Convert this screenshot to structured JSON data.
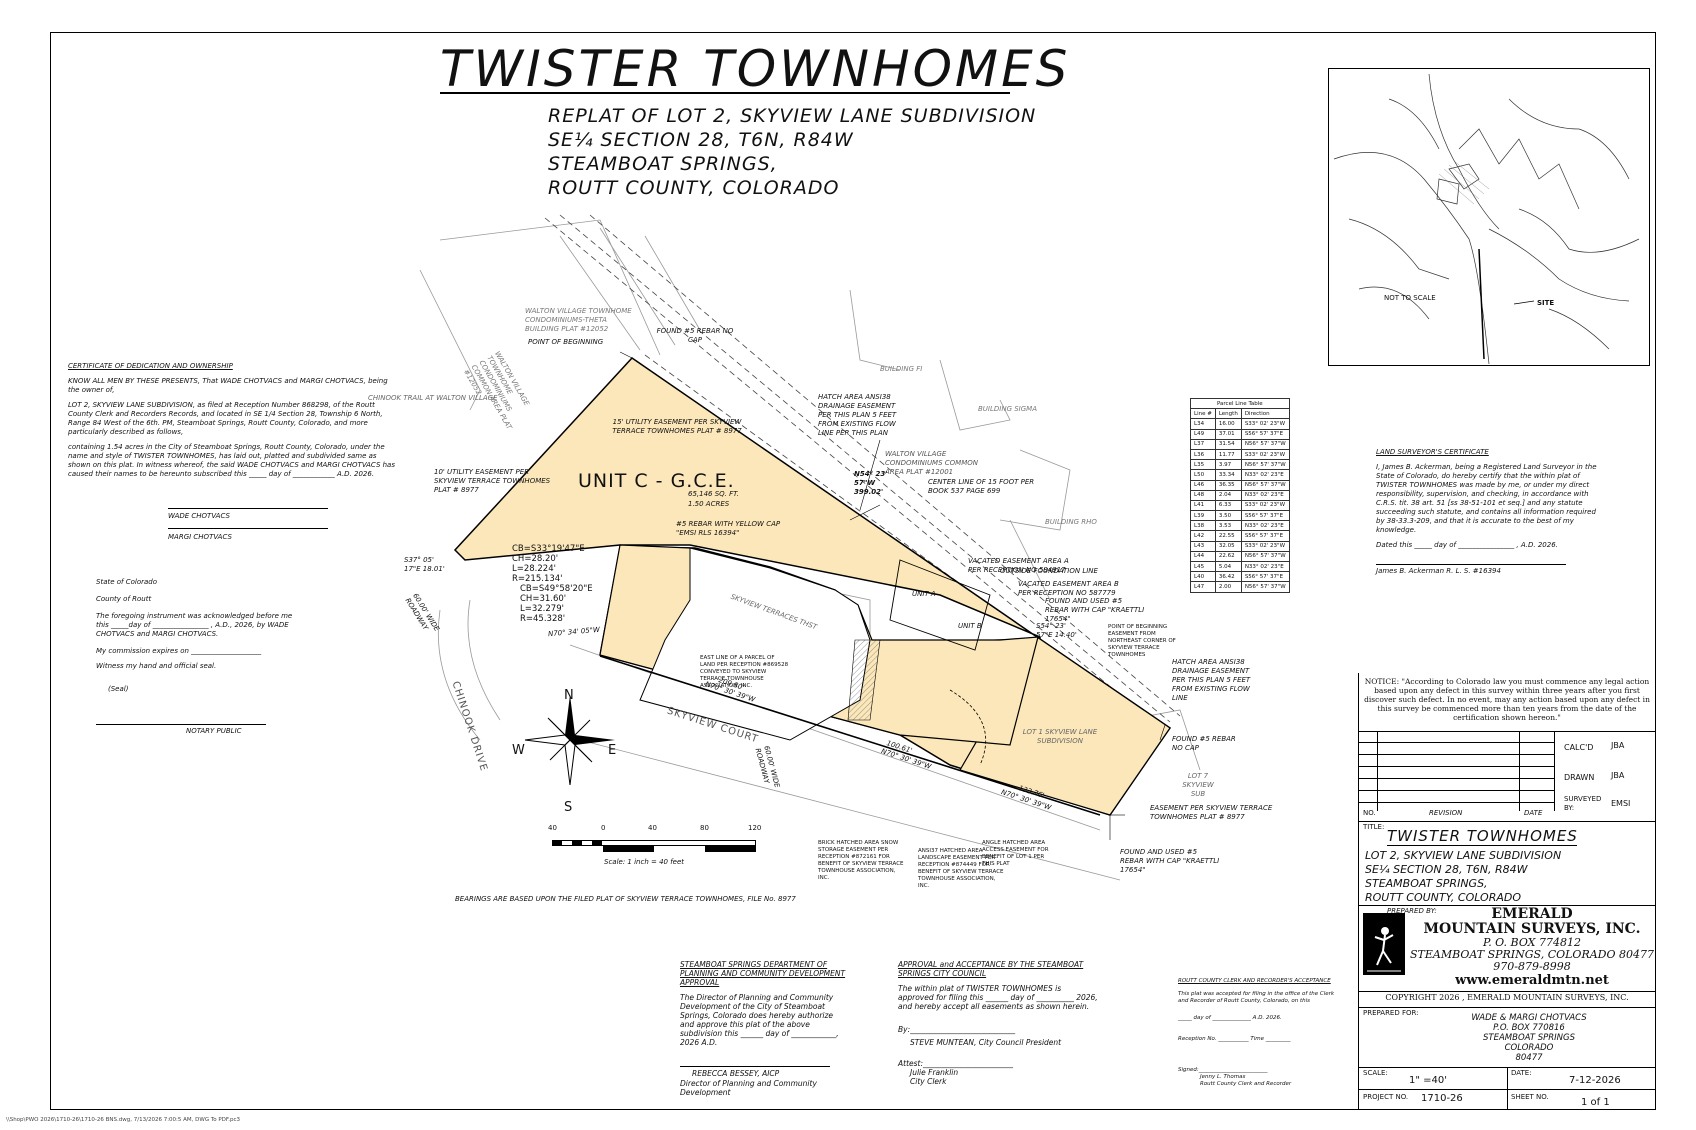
{
  "title": {
    "main": "TWISTER TOWNHOMES",
    "lines": [
      "REPLAT OF LOT 2, SKYVIEW LANE SUBDIVISION",
      "SE¼ SECTION 28, T6N, R84W",
      "STEAMBOAT SPRINGS,",
      "ROUTT COUNTY, COLORADO"
    ]
  },
  "dedication": {
    "heading": "CERTIFICATE OF DEDICATION AND OWNERSHIP",
    "p1": "KNOW ALL MEN BY THESE PRESENTS, That WADE CHOTVACS and MARGI CHOTVACS, being the owner of,",
    "p2": "LOT 2, SKYVIEW LANE SUBDIVISION, as filed at Reception Number 868298, of the Routt County Clerk and Recorders Records, and located in SE 1/4 Section 28, Township 6 North, Range 84 West of the 6th. PM, Steamboat Springs, Routt County, Colorado, and more particularly described as follows,",
    "p3": "containing 1.54 acres in the City of Steamboat Springs, Routt County, Colorado, under the name and style of TWISTER TOWNHOMES, has laid out, platted and subdivided same as shown on this plat. In witness whereof, the said WADE CHOTVACS and MARGI CHOTVACS has caused their names to be hereunto subscribed this _____ day of ____________ A.D. 2026.",
    "sig1": "WADE CHOTVACS",
    "sig2": "MARGI CHOTVACS"
  },
  "notary": {
    "state": "State of Colorado",
    "county": "County of Routt",
    "text": "The foregoing instrument was acknowledged before me this _____day of ________________ , A.D., 2026, by WADE CHOTVACS and MARGI CHOTVACS.",
    "commission": "My commission expires on ____________________",
    "witness": "Witness my hand and official seal.",
    "seal": "(Seal)",
    "public": "NOTARY PUBLIC"
  },
  "plat": {
    "unit": "UNIT C - G.C.E.",
    "area1": "65,146 SQ. FT.",
    "area2": "1.50 ACRES",
    "pob": "POINT OF BEGINNING",
    "found_rebar_nocap": "FOUND #5 REBAR NO CAP",
    "walton_townhome": "WALTON VILLAGE TOWNHOME CONDOMINIUMS-THETA BUILDING PLAT #12052",
    "walton_common": "WALTON VILLAGE TOWNHOME CONDOMINIUMS COMMON AREA PLAT #12052",
    "chinook_trail": "CHINOOK TRAIL AT WALTON VILLAGE",
    "utility_15": "15' UTILITY EASEMENT PER SKYVIEW TERRACE TOWNHOMES PLAT # 8977",
    "utility_10": "10' UTILITY EASEMENT PER SKYVIEW TERRACE TOWNHOMES PLAT # 8977",
    "hatch_drain": "HATCH AREA ANSI38 DRAINAGE EASEMENT PER THIS PLAN 5 FEET FROM EXISTING FLOW LINE PER THIS PLAN",
    "building_fi": "BUILDING FI",
    "building_sigma": "BUILDING SIGMA",
    "building_rho": "BUILDING RHO",
    "walton_condo": "WALTON VILLAGE CONDOMINIUMS COMMON AREA PLAT #12001",
    "centerline": "CENTER LINE OF 15 FOOT PER BOOK 537 PAGE 699",
    "bearing_top": "N54° 23' 57\"W 399.02'",
    "rebar_yellow": "#5 REBAR WITH YELLOW CAP \"EMSI RLS 16394\"",
    "curve1": [
      "CB=S33°19'47\"E",
      "CH=28.20'",
      "L=28.224'",
      "R=215.134'"
    ],
    "curve2": [
      "CB=S49°58'20\"E",
      "CH=31.60'",
      "L=32.279'",
      "R=45.328'"
    ],
    "vacated_a": "VACATED EASEMENT AREA A PER RECEPTION NO 584917",
    "outside_found": "OUTSIDE FOUNDATION LINE",
    "vacated_b": "VACATED EASEMENT AREA B PER RECEPTION NO 587779",
    "found_kraettli": "FOUND AND USED #5 REBAR WITH CAP \"KRAETTLI 17654\"",
    "bearing_right": "S54° 23' 57\"E 14.40'",
    "hatch_right": "HATCH AREA ANSI38 DRAINAGE EASEMENT PER THIS PLAN 5 FEET FROM EXISTING FLOW LINE",
    "lot1": "LOT 1 SKYVIEW LANE SUBDIVISION",
    "lot7": "LOT 7 SKYVIEW SUB",
    "unit_a": "UNIT A",
    "unit_b": "UNIT B",
    "skyview_terraces": "SKYVIEW TERRACES THST",
    "skyview_court": "SKYVIEW COURT",
    "chinook_drive": "CHINOOK DRIVE",
    "row_60": "60.00' WIDE ROADWAY",
    "bearing_w1": "N70° 34' 05\"W",
    "bearing_w2": "N70° 30' 39\"W",
    "bearing_b1": "N70° 30' 39\"W",
    "bearing_b2": "N70° 30' 39\"W",
    "dist_209": "209.80'",
    "dist_133": "133.76'",
    "dist_100": "100.61'",
    "s37": "S37° 05' 17\"E 18.01'",
    "easement_bottom": "EASEMENT PER SKYVIEW TERRACE TOWNHOMES PLAT # 8977",
    "found_bottom": "FOUND AND USED #5 REBAR WITH CAP \"KRAETTLI 17654\"",
    "found_right": "FOUND #5 REBAR NO CAP",
    "brick_hatch": "BRICK HATCHED AREA SNOW STORAGE EASEMENT PER RECEPTION #872161 FOR BENEFIT OF SKYVIEW TERRACE TOWNHOUSE ASSOCIATION, INC.",
    "ansi_hatch": "ANSI37 HATCHED AREA LANDSCAPE EASEMENT PER RECEPTION #874449 FOR BENEFIT OF SKYVIEW TERRACE TOWNHOUSE ASSOCIATION, INC.",
    "access_hatch": "ANGLE HATCHED AREA ACCESS EASEMENT FOR BENEFIT OF LOT 1 PER THIS PLAT",
    "east_line": "EAST LINE OF A PARCEL OF LAND PER RECEPTION #869528 CONVEYED TO SKYVIEW TERRACE TOWNHOUSE ASSOCIATION, INC.",
    "pob_right": "POINT OF BEGINNING EASEMENT FROM NORTHEAST CORNER OF SKYVIEW TERRACE TOWNHOMES"
  },
  "parcel_table": {
    "title": "Parcel Line Table",
    "headers": [
      "Line #",
      "Length",
      "Direction"
    ],
    "rows": [
      [
        "L34",
        "16.00",
        "S33° 02' 23\"W"
      ],
      [
        "L49",
        "37.01",
        "S56° 57' 37\"E"
      ],
      [
        "L37",
        "31.54",
        "N56° 57' 37\"W"
      ],
      [
        "L36",
        "11.77",
        "S33° 02' 23\"W"
      ],
      [
        "L35",
        "3.97",
        "N56° 57' 37\"W"
      ],
      [
        "L50",
        "33.34",
        "N33° 02' 23\"E"
      ],
      [
        "L46",
        "36.35",
        "N56° 57' 37\"W"
      ],
      [
        "L48",
        "2.04",
        "N33° 02' 23\"E"
      ],
      [
        "L41",
        "6.33",
        "S33° 02' 23\"W"
      ],
      [
        "L39",
        "3.50",
        "S56° 57' 37\"E"
      ],
      [
        "L38",
        "3.53",
        "N33° 02' 23\"E"
      ],
      [
        "L42",
        "22.55",
        "S56° 57' 37\"E"
      ],
      [
        "L43",
        "32.05",
        "S33° 02' 23\"W"
      ],
      [
        "L44",
        "22.62",
        "N56° 57' 37\"W"
      ],
      [
        "L45",
        "5.04",
        "N33° 02' 23\"E"
      ],
      [
        "L40",
        "36.42",
        "S56° 57' 37\"E"
      ],
      [
        "L47",
        "2.00",
        "N56° 57' 37\"W"
      ]
    ]
  },
  "vicinity": {
    "not_to_scale": "NOT TO SCALE",
    "site": "SITE"
  },
  "surveyor": {
    "heading": "LAND SURVEYOR'S CERTIFICATE",
    "text": "I, James B. Ackerman, being a Registered Land Surveyor in the State of Colorado, do hereby certify that the within plat of TWISTER TOWNHOMES was made by me, or under my direct responsibility, supervision, and checking, in accordance with C.R.S. tit. 38 art. 51 [ss 38-51-101 et seq.] and any statute succeeding such statute, and contains all information required by 38-33.3-209, and that it is accurate to the best of my knowledge.",
    "dated": "Dated this _____ day of ________________ , A.D. 2026.",
    "name": "James B. Ackerman R. L. S. #16394"
  },
  "compass": {
    "n": "N",
    "s": "S",
    "e": "E",
    "w": "W"
  },
  "scale": {
    "ticks": [
      "40",
      "0",
      "40",
      "80",
      "120"
    ],
    "caption": "Scale: 1 inch = 40 feet"
  },
  "bearings_note": "BEARINGS ARE BASED UPON THE FILED PLAT OF SKYVIEW TERRACE TOWNHOMES, FILE No. 8977",
  "planning": {
    "heading": "STEAMBOAT SPRINGS DEPARTMENT OF PLANNING AND COMMUNITY DEVELOPMENT APPROVAL",
    "text": "The Director of Planning and Community Development of the City of Steamboat Springs, Colorado does hereby authorize and approve this plat of the above subdivision this ______ day of ____________, 2026 A.D.",
    "name": "REBECCA BESSEY, AICP",
    "role": "Director of Planning and Community Development"
  },
  "council": {
    "heading": "APPROVAL and ACCEPTANCE BY THE STEAMBOAT SPRINGS CITY COUNCIL",
    "text": "The within plat of TWISTER TOWNHOMES is approved for filing this ______ day of __________ 2026, and hereby accept all easements as shown herein.",
    "by": "By:____________________________",
    "president": "STEVE MUNTEAN, City Council President",
    "attest": "Attest:________________________",
    "clerk_name": "Julie Franklin",
    "clerk": "City Clerk"
  },
  "recorder": {
    "heading": "ROUTT COUNTY CLERK AND RECORDER'S ACCEPTANCE",
    "text": "This plat was accepted for filing in the office of the Clerk and Recorder of Routt County, Colorado, on this",
    "day": "_____ day of ______________ A.D. 2026.",
    "reception": "Reception No. ___________ Time _________",
    "signed": "Signed:_________________________",
    "name": "Jenny L. Thomas",
    "role": "Routt County Clerk and Recorder"
  },
  "titleblock": {
    "notice_label": "NOTICE:",
    "notice": "\"According to Colorado law you must commence any legal action based upon any defect in this survey within three years after you first discover such defect. In no event, may any action based upon any defect in this survey be commenced more than ten years from the date of the certification shown hereon.\"",
    "no": "NO.",
    "revision": "REVISION",
    "date": "DATE",
    "calcd": "CALC'D",
    "calcd_val": "JBA",
    "drawn": "DRAWN",
    "drawn_val": "JBA",
    "surveyed": "SURVEYED BY:",
    "surveyed_val": "EMSI",
    "title_label": "TITLE:",
    "title_main": "TWISTER TOWNHOMES",
    "title_lines": [
      "LOT 2, SKYVIEW LANE SUBDIVISION",
      "SE¼ SECTION 28, T6N, R84W",
      "STEAMBOAT SPRINGS,",
      "ROUTT COUNTY, COLORADO"
    ],
    "prepared_by": "PREPARED BY:",
    "company": [
      "EMERALD",
      "MOUNTAIN SURVEYS, INC."
    ],
    "address": [
      "P. O. BOX 774812",
      "STEAMBOAT SPRINGS, COLORADO 80477",
      "970-879-8998"
    ],
    "web": "www.emeraldmtn.net",
    "copyright": "COPYRIGHT 2026 , EMERALD MOUNTAIN SURVEYS, INC.",
    "prepared_for": "PREPARED FOR:",
    "client": [
      "WADE & MARGI CHOTVACS",
      "P.O. BOX 770816",
      "STEAMBOAT SPRINGS",
      "COLORADO",
      "80477"
    ],
    "scale_label": "SCALE:",
    "scale_val": "1\" =40'",
    "date_label": "DATE:",
    "date_val": "7-12-2026",
    "project_label": "PROJECT NO.",
    "project_val": "1710-26",
    "sheet_label": "SHEET NO.",
    "sheet_val": "1 of 1"
  },
  "footer": "\\\\Shop\\PWO 2026\\1710-26\\1710-26 BNS.dwg, 7/13/2026 7:00:5 AM, DWG To PDF.pc3"
}
